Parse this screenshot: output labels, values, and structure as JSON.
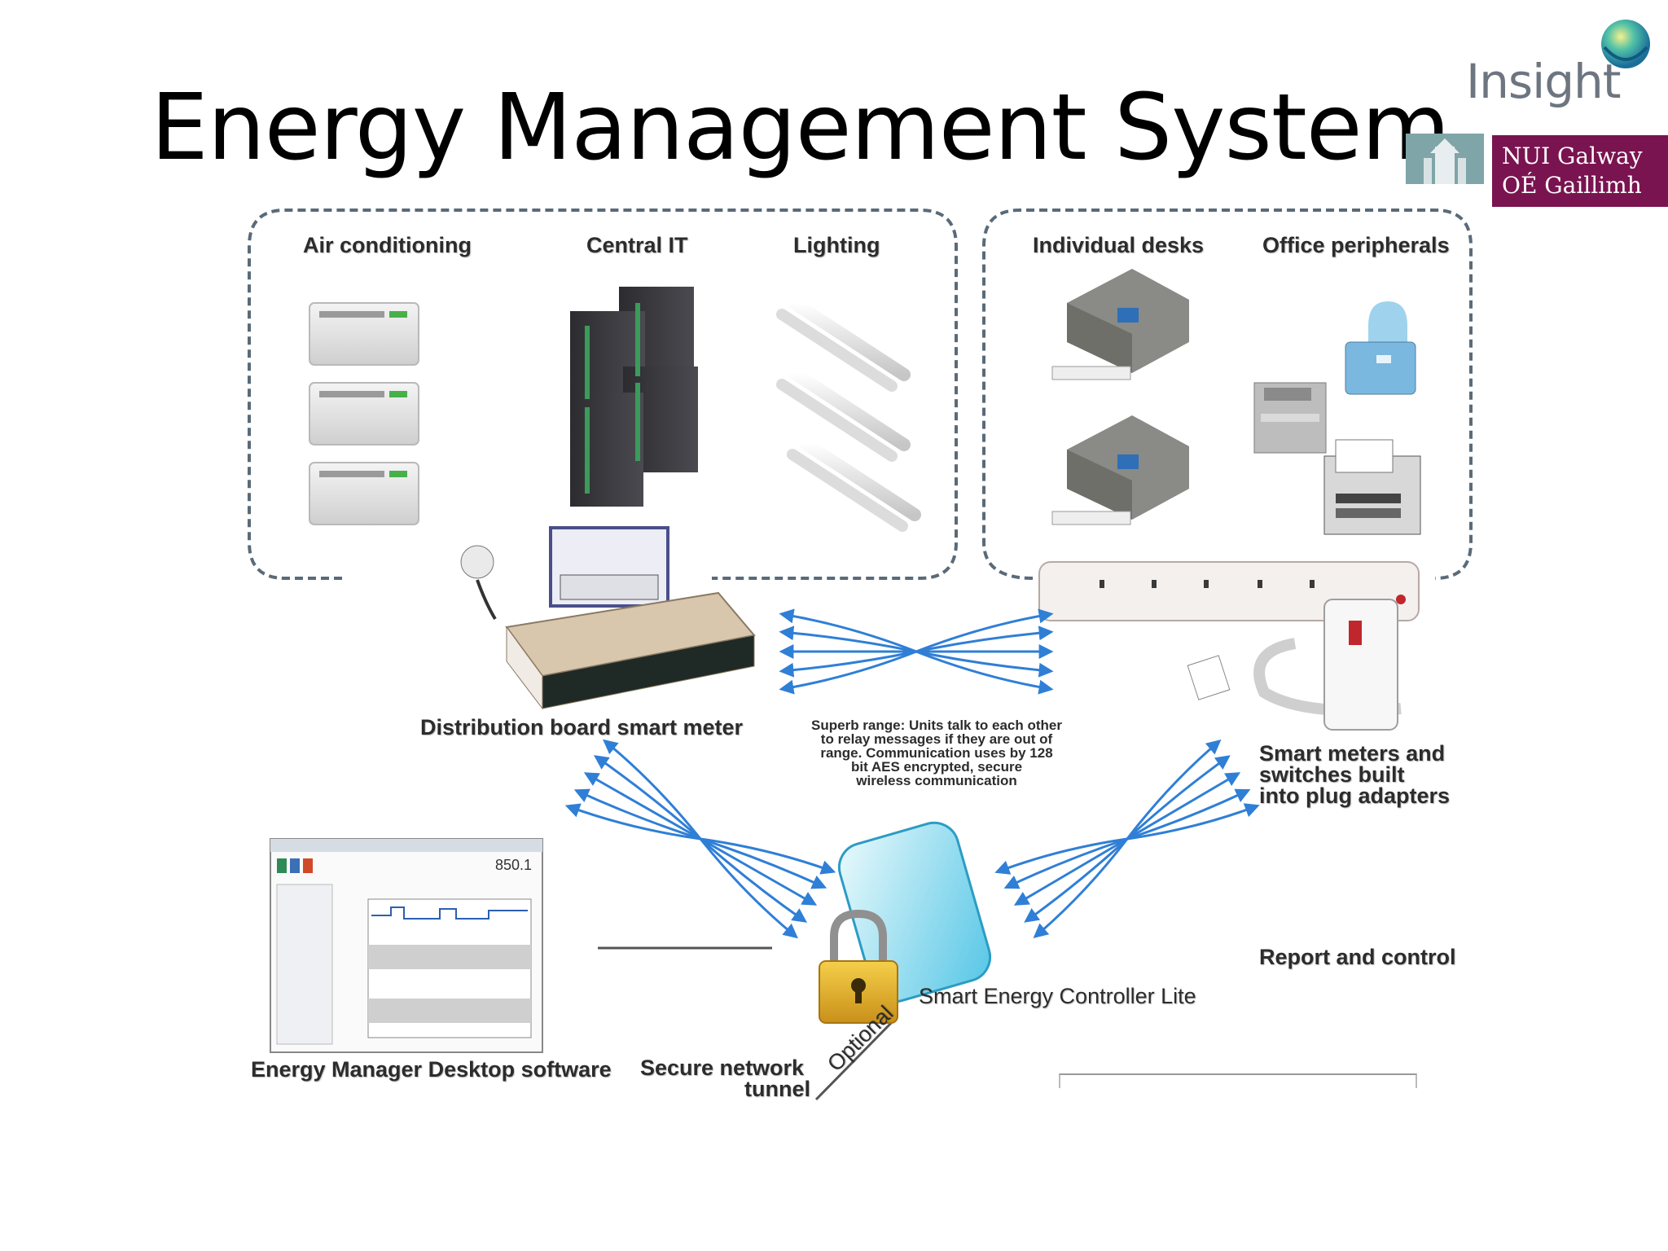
{
  "slide": {
    "title": "Energy Management System"
  },
  "logos": {
    "insight": "Insight",
    "nui_line1": "NUI Galway",
    "nui_line2": "OÉ Gaillimh"
  },
  "labels": {
    "air_conditioning": "Air conditioning",
    "central_it": "Central IT",
    "lighting": "Lighting",
    "individual_desks": "Individual desks",
    "office_peripherals": "Office peripherals",
    "distribution_board": "Distribution board smart meter",
    "range_note": [
      "Superb range: Units talk to each other",
      "to relay messages if they are out of",
      "range.  Communication uses by 128",
      "bit AES encrypted, secure",
      "wireless communication"
    ],
    "smart_meters": [
      "Smart meters and",
      "switches built",
      "into plug adapters"
    ],
    "report_control": "Report and control",
    "controller": "Smart Energy Controller Lite",
    "desktop_software": "Energy Manager Desktop software",
    "secure_network": "Secure network",
    "tunnel": "tunnel",
    "optional": "Optional",
    "software_reading": "850.1"
  },
  "colors": {
    "insight_grey": "#6d7580",
    "nui_maroon": "#7a1450",
    "arrow_blue": "#2f7fd6",
    "dashed_border": "#5a6a78",
    "lock_gold": "#e6b026",
    "controller_cyan": "#56c6e6"
  }
}
